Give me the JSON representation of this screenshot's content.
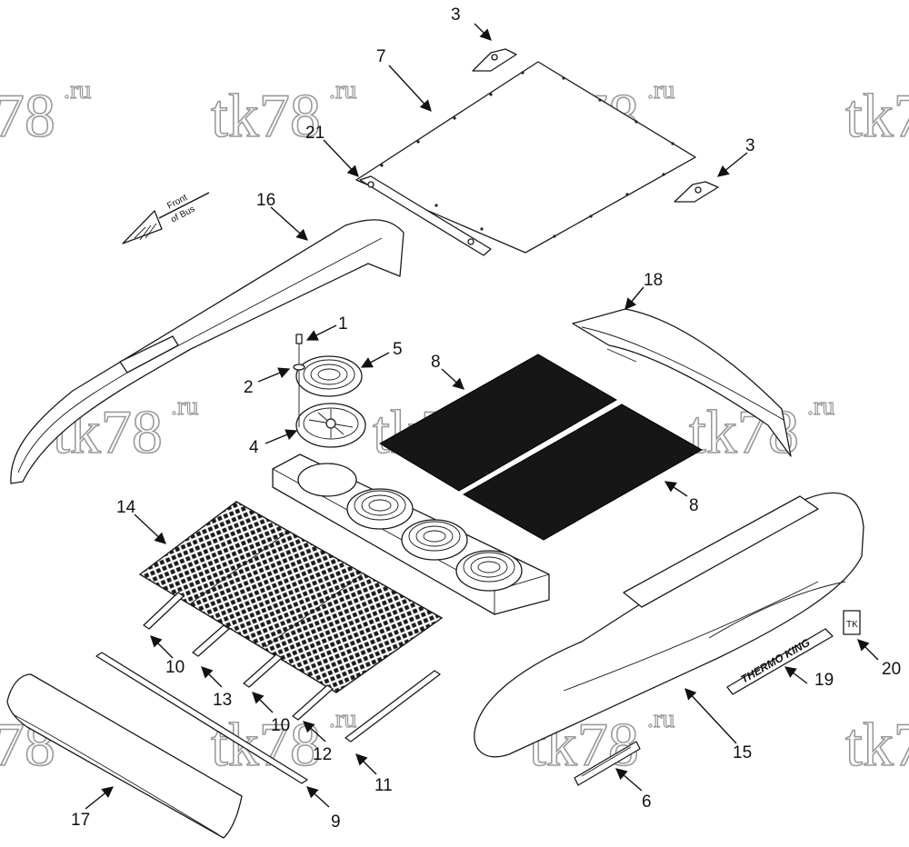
{
  "orientation": {
    "line1": "Front",
    "line2": "of Bus"
  },
  "watermark": {
    "main": "tk78",
    "suffix": ".ru"
  },
  "decals": {
    "thermo_king": "THERMO KING",
    "tk_logo": "TK"
  },
  "callouts": [
    {
      "id": "c1",
      "label": "1"
    },
    {
      "id": "c2",
      "label": "2"
    },
    {
      "id": "c3a",
      "label": "3"
    },
    {
      "id": "c3b",
      "label": "3"
    },
    {
      "id": "c4",
      "label": "4"
    },
    {
      "id": "c5",
      "label": "5"
    },
    {
      "id": "c6",
      "label": "6"
    },
    {
      "id": "c7",
      "label": "7"
    },
    {
      "id": "c8a",
      "label": "8"
    },
    {
      "id": "c8b",
      "label": "8"
    },
    {
      "id": "c9",
      "label": "9"
    },
    {
      "id": "c10a",
      "label": "10"
    },
    {
      "id": "c10b",
      "label": "10"
    },
    {
      "id": "c11",
      "label": "11"
    },
    {
      "id": "c12",
      "label": "12"
    },
    {
      "id": "c13",
      "label": "13"
    },
    {
      "id": "c14",
      "label": "14"
    },
    {
      "id": "c15",
      "label": "15"
    },
    {
      "id": "c16",
      "label": "16"
    },
    {
      "id": "c17",
      "label": "17"
    },
    {
      "id": "c18",
      "label": "18"
    },
    {
      "id": "c19",
      "label": "19"
    },
    {
      "id": "c20",
      "label": "20"
    },
    {
      "id": "c21",
      "label": "21"
    }
  ]
}
